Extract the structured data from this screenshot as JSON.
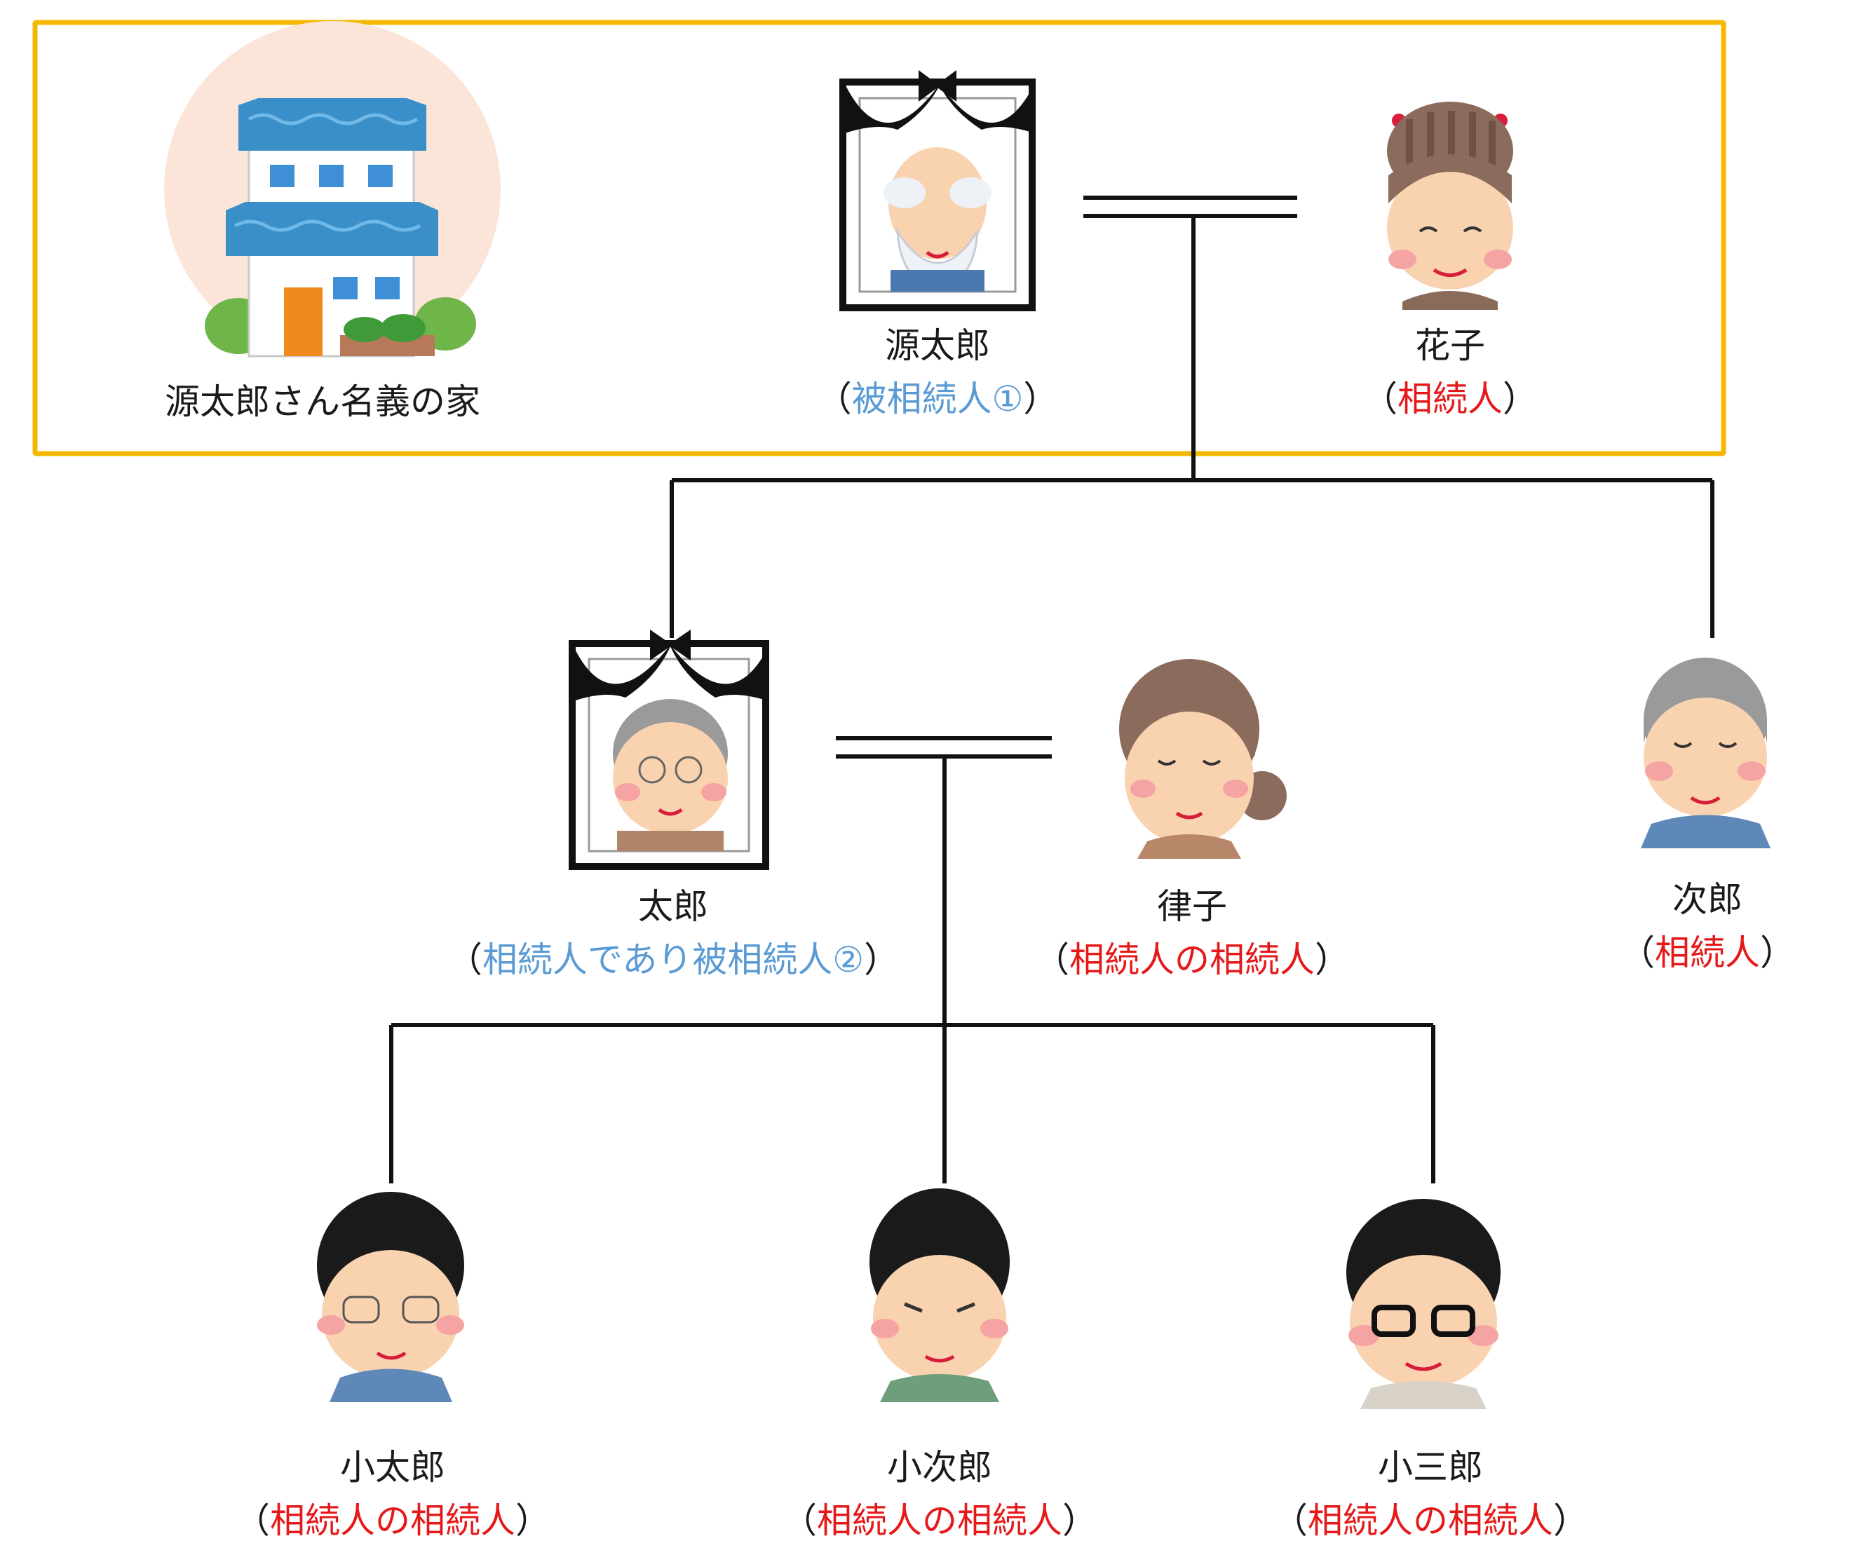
{
  "colors": {
    "frame": "#f5b800",
    "line": "#111111",
    "decedent_text": "#5b9bd5",
    "heir_text": "#e6191a"
  },
  "house": {
    "label": "源太郎さん名義の家",
    "icon": "house-icon"
  },
  "people": {
    "gentaro": {
      "name": "源太郎",
      "open": "（",
      "role": "被相続人①",
      "close": "）",
      "icon": "memorial-portrait-icon"
    },
    "hanako": {
      "name": "花子",
      "open": "（",
      "role": "相続人",
      "close": "）",
      "icon": "elderly-woman-icon"
    },
    "taro": {
      "name": "太郎",
      "open": "（",
      "role": "相続人であり被相続人②",
      "close": "）",
      "icon": "memorial-portrait-icon"
    },
    "ritsuko": {
      "name": "律子",
      "open": "（",
      "role": "相続人の相続人",
      "close": "）",
      "icon": "woman-icon"
    },
    "jiro": {
      "name": "次郎",
      "open": "（",
      "role": "相続人",
      "close": "）",
      "icon": "elderly-man-icon"
    },
    "kotaro": {
      "name": "小太郎",
      "open": "（",
      "role": "相続人の相続人",
      "close": "）",
      "icon": "man-glasses-icon"
    },
    "kojiro": {
      "name": "小次郎",
      "open": "（",
      "role": "相続人の相続人",
      "close": "）",
      "icon": "man-icon"
    },
    "kosaburo": {
      "name": "小三郎",
      "open": "（",
      "role": "相続人の相続人",
      "close": "）",
      "icon": "man-black-glasses-icon"
    }
  }
}
